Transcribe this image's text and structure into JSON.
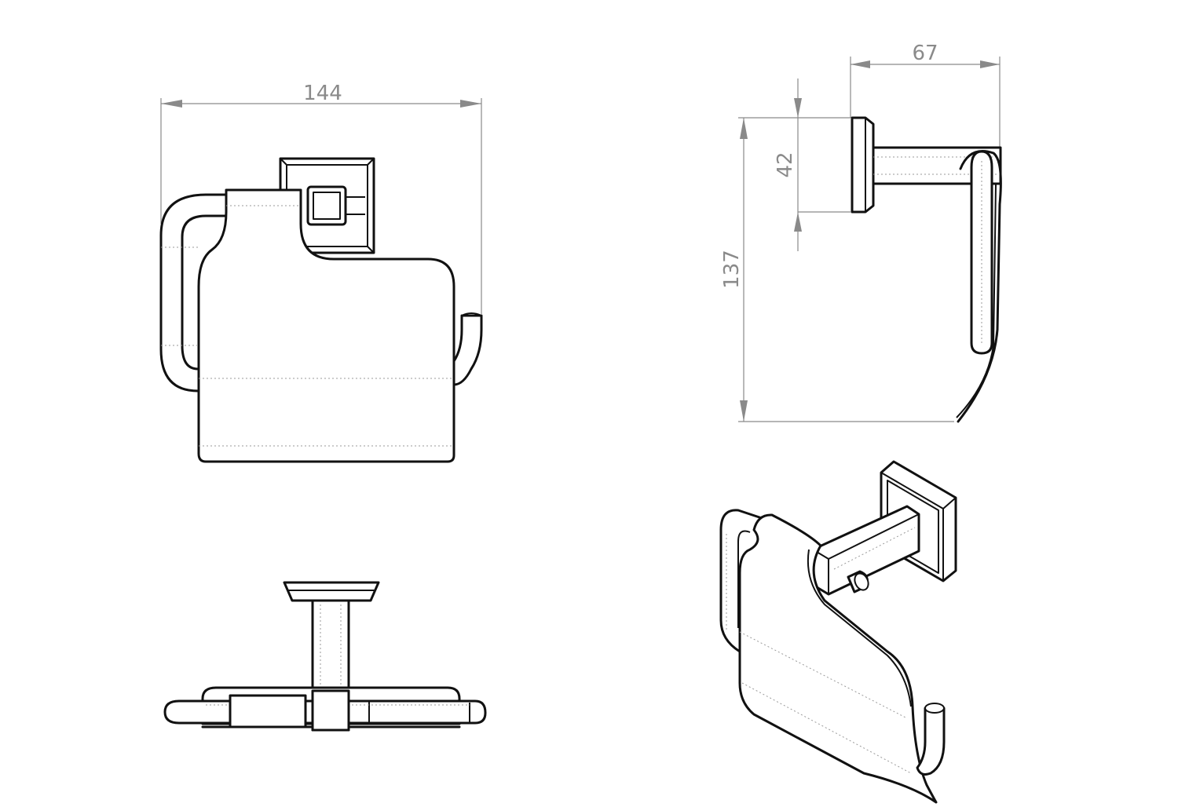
{
  "dimensions": {
    "width_front": "144",
    "depth_side": "67",
    "plate_height": "42",
    "total_height": "137"
  },
  "colors": {
    "outline": "#111111",
    "dimension": "#8a8a8a",
    "hidden_line": "#9a9a9a",
    "background": "#ffffff"
  }
}
